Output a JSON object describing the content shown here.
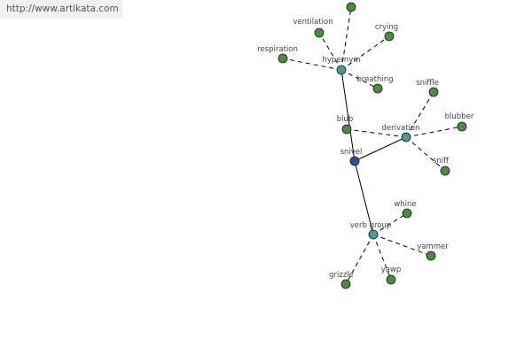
{
  "header": {
    "source_url": "http://www.artikata.com"
  },
  "colors": {
    "focus_node": "#334d99",
    "relation_node": "#4d9999",
    "leaf_node": "#4d8c40",
    "edge": "#000000"
  },
  "graph": {
    "nodes": [
      {
        "id": "snivel",
        "label": "snivel",
        "kind": "focus"
      },
      {
        "id": "hypernym",
        "label": "hypernym",
        "kind": "relation"
      },
      {
        "id": "derivation",
        "label": "derivation",
        "kind": "relation"
      },
      {
        "id": "verb_group",
        "label": "verb group",
        "kind": "relation"
      },
      {
        "id": "top_unlabeled",
        "label": "",
        "kind": "leaf"
      },
      {
        "id": "ventilation",
        "label": "ventilation",
        "kind": "leaf"
      },
      {
        "id": "crying",
        "label": "crying",
        "kind": "leaf"
      },
      {
        "id": "respiration",
        "label": "respiration",
        "kind": "leaf"
      },
      {
        "id": "breathing",
        "label": "breathing",
        "kind": "leaf"
      },
      {
        "id": "sniffle",
        "label": "sniffle",
        "kind": "leaf"
      },
      {
        "id": "blub",
        "label": "blub",
        "kind": "leaf"
      },
      {
        "id": "blubber",
        "label": "blubber",
        "kind": "leaf"
      },
      {
        "id": "sniff",
        "label": "sniff",
        "kind": "leaf"
      },
      {
        "id": "whine",
        "label": "whine",
        "kind": "leaf"
      },
      {
        "id": "yammer",
        "label": "yammer",
        "kind": "leaf"
      },
      {
        "id": "grizzle",
        "label": "grizzle",
        "kind": "leaf"
      },
      {
        "id": "yawp",
        "label": "yawp",
        "kind": "leaf"
      }
    ],
    "edges": [
      {
        "from": "snivel",
        "to": "hypernym",
        "style": "solid"
      },
      {
        "from": "snivel",
        "to": "derivation",
        "style": "solid"
      },
      {
        "from": "snivel",
        "to": "verb_group",
        "style": "solid"
      },
      {
        "from": "hypernym",
        "to": "top_unlabeled",
        "style": "dashed"
      },
      {
        "from": "hypernym",
        "to": "ventilation",
        "style": "dashed"
      },
      {
        "from": "hypernym",
        "to": "crying",
        "style": "dashed"
      },
      {
        "from": "hypernym",
        "to": "respiration",
        "style": "dashed"
      },
      {
        "from": "hypernym",
        "to": "breathing",
        "style": "dashed"
      },
      {
        "from": "derivation",
        "to": "sniffle",
        "style": "dashed"
      },
      {
        "from": "derivation",
        "to": "blub",
        "style": "dashed"
      },
      {
        "from": "derivation",
        "to": "blubber",
        "style": "dashed"
      },
      {
        "from": "derivation",
        "to": "sniff",
        "style": "dashed"
      },
      {
        "from": "verb_group",
        "to": "whine",
        "style": "dashed"
      },
      {
        "from": "verb_group",
        "to": "yammer",
        "style": "dashed"
      },
      {
        "from": "verb_group",
        "to": "grizzle",
        "style": "dashed"
      },
      {
        "from": "verb_group",
        "to": "yawp",
        "style": "dashed"
      }
    ]
  }
}
